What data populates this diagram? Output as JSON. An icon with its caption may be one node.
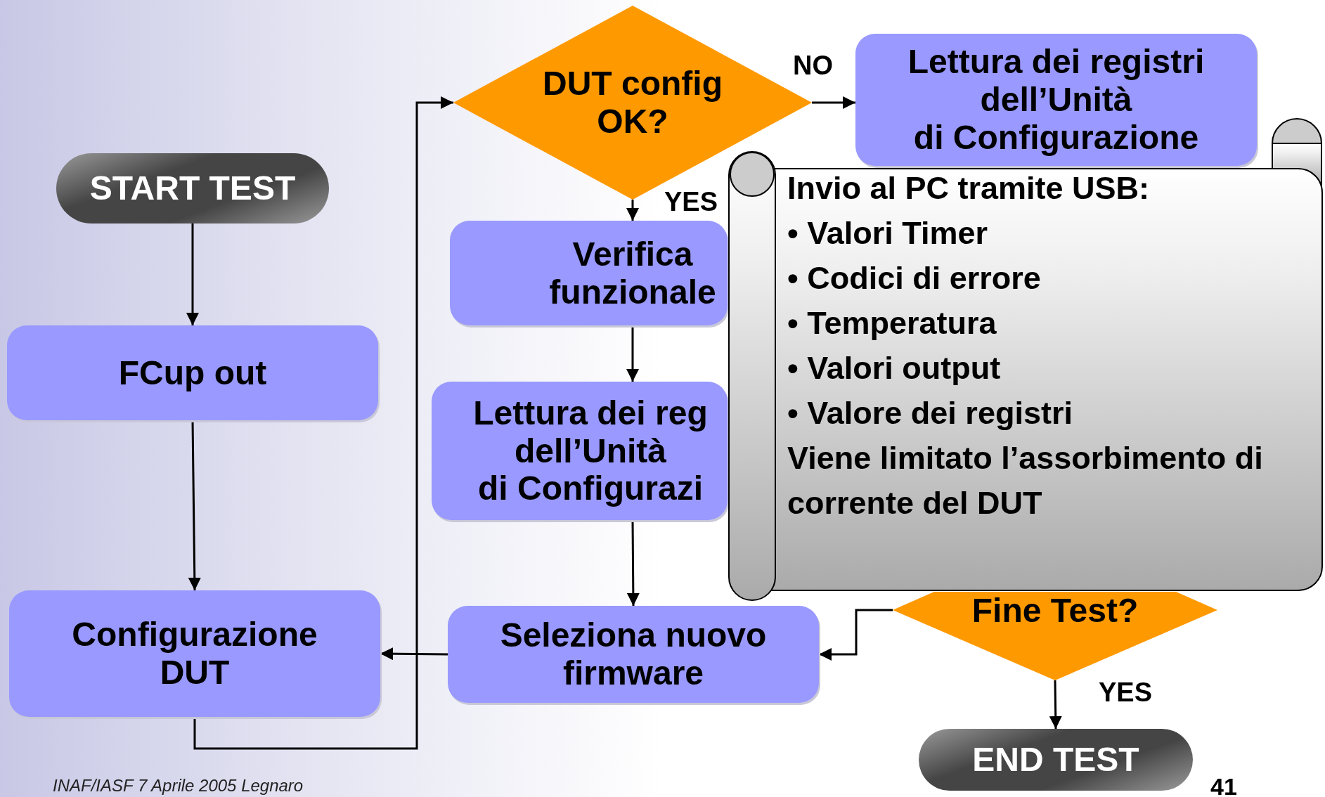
{
  "diagram": {
    "nodes": [
      {
        "text": [
          "START TEST"
        ]
      },
      {
        "text": [
          "FCup out"
        ]
      },
      {
        "text": [
          "Configurazione DUT"
        ]
      },
      {
        "text": [
          "DUT config OK?"
        ]
      },
      {
        "text": [
          "Lettura dei registri dell’Unità di Configurazione"
        ]
      },
      {
        "text": [
          "Verifica funzionale"
        ]
      },
      {
        "text": [
          "Lettura dei reg dell’Unità di Configurazi"
        ]
      },
      {
        "text": [
          "Seleziona nuovo firmware"
        ]
      },
      {
        "text": [
          "Fine Test?"
        ]
      },
      {
        "text": [
          "END TEST"
        ]
      },
      {
        "text": [
          "Invio al PC tramite USB:",
          "• Valori Timer",
          "• Codici di errore",
          "• Temperatura",
          "• Valori output",
          "• Valore dei registri",
          "Viene limitato l’assorbimento di corrente del DUT"
        ]
      }
    ],
    "edges": [
      {
        "from": 0,
        "to": 1,
        "arrow": "to"
      },
      {
        "from": 1,
        "to": 2,
        "arrow": "to"
      },
      {
        "from": 2,
        "to": 3,
        "arrow": "to"
      },
      {
        "from": 3,
        "to": 4,
        "arrow": "to",
        "label": "NO"
      },
      {
        "from": 3,
        "to": 5,
        "arrow": "to",
        "label": "YES"
      },
      {
        "from": 5,
        "to": 6,
        "arrow": "to"
      },
      {
        "from": 6,
        "to": 7,
        "arrow": "to"
      },
      {
        "from": 7,
        "to": 2,
        "arrow": "to"
      },
      {
        "from": 8,
        "to": 7,
        "arrow": "to"
      },
      {
        "from": 8,
        "to": 9,
        "arrow": "to",
        "label": "YES"
      }
    ],
    "labels": [
      "INAF/IASF 7 Aprile 2005 Legnaro",
      "41"
    ]
  }
}
